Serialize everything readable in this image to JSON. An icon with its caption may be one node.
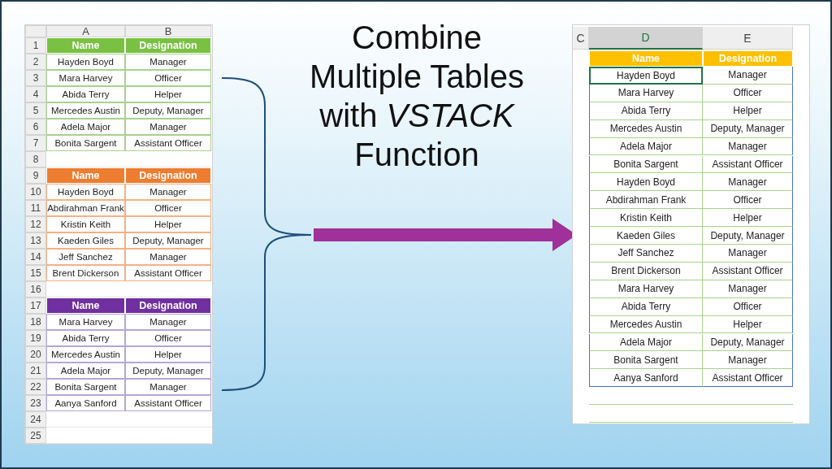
{
  "diagram": {
    "title": "Combine Multiple Tables with *VSTACK* Function",
    "nodes": [
      {
        "text": [],
        "shape": "box"
      },
      {
        "text": [],
        "shape": "box"
      }
    ],
    "edges": [
      {
        "from": 0,
        "to": 1,
        "arrow": "to",
        "color": "#a0309a"
      }
    ],
    "labels": [
      "A",
      "B",
      "1",
      "Name",
      "Designation",
      "2",
      "Hayden Boyd",
      "Manager",
      "3",
      "Mara Harvey",
      "Officer",
      "4",
      "Abida Terry",
      "Helper",
      "5",
      "Mercedes Austin",
      "Deputy, Manager",
      "6",
      "Adela Major",
      "Manager",
      "7",
      "Bonita Sargent",
      "Assistant Officer",
      "8",
      "9",
      "Name",
      "Designation",
      "10",
      "Hayden Boyd",
      "Manager",
      "11",
      "Abdirahman Frank",
      "Officer",
      "12",
      "Kristin Keith",
      "Helper",
      "13",
      "Kaeden Giles",
      "Deputy, Manager",
      "14",
      "Jeff Sanchez",
      "Manager",
      "15",
      "Brent Dickerson",
      "Assistant Officer",
      "16",
      "17",
      "Name",
      "Designation",
      "18",
      "Mara Harvey",
      "Manager",
      "19",
      "Abida Terry",
      "Officer",
      "20",
      "Mercedes Austin",
      "Helper",
      "21",
      "Adela Major",
      "Deputy, Manager",
      "22",
      "Bonita Sargent",
      "Manager",
      "23",
      "Aanya Sanford",
      "Assistant Officer",
      "24",
      "25",
      "C",
      "D",
      "E",
      "Name",
      "Designation",
      "Hayden Boyd",
      "Manager",
      "Mara Harvey",
      "Officer",
      "Abida Terry",
      "Helper",
      "Mercedes Austin",
      "Deputy, Manager",
      "Adela Major",
      "Manager",
      "Bonita Sargent",
      "Assistant Officer",
      "Hayden Boyd",
      "Manager",
      "Abdirahman Frank",
      "Officer",
      "Kristin Keith",
      "Helper",
      "Kaeden Giles",
      "Deputy, Manager",
      "Jeff Sanchez",
      "Manager",
      "Brent Dickerson",
      "Assistant Officer",
      "Mara Harvey",
      "Manager",
      "Abida Terry",
      "Officer",
      "Mercedes Austin",
      "Helper",
      "Adela Major",
      "Deputy, Manager",
      "Bonita Sargent",
      "Manager",
      "Aanya Sanford",
      "Assistant Officer"
    ]
  }
}
